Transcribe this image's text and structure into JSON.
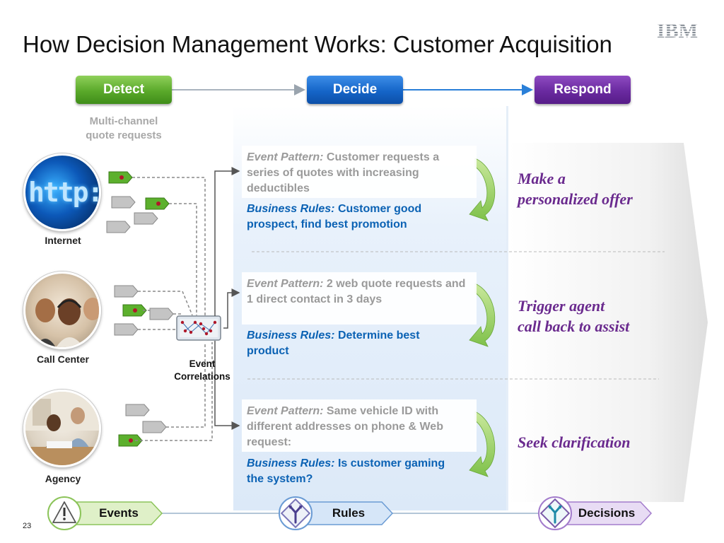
{
  "title": "How Decision Management Works: Customer Acquisition",
  "logo": "IBM",
  "stages": {
    "detect": "Detect",
    "decide": "Decide",
    "respond": "Respond"
  },
  "detect_caption": [
    "Multi-channel",
    "quote requests"
  ],
  "channels": {
    "internet": "Internet",
    "call_center": "Call Center",
    "agency": "Agency"
  },
  "internet_image_text": "http://w",
  "event_correlations": [
    "Event",
    "Correlations"
  ],
  "patterns": [
    {
      "pattern_lead": "Event Pattern:",
      "pattern_text": "Customer requests a series of  quotes with increasing deductibles",
      "rules_lead": "Business Rules:",
      "rules_text": "Customer good prospect, find best promotion",
      "outcome": [
        "Make a",
        "personalized offer"
      ]
    },
    {
      "pattern_lead": "Event Pattern:",
      "pattern_text": "2 web quote requests and 1 direct contact in 3 days",
      "rules_lead": "Business Rules:",
      "rules_text": "Determine best product",
      "outcome": [
        "Trigger agent",
        "call back to assist"
      ]
    },
    {
      "pattern_lead": "Event Pattern:",
      "pattern_text": "Same vehicle ID with different addresses on phone & Web request:",
      "rules_lead": "Business Rules:",
      "rules_text": "Is customer gaming the system?",
      "outcome": [
        "Seek clarification"
      ]
    }
  ],
  "bottom_flow": {
    "events": "Events",
    "rules": "Rules",
    "decisions": "Decisions"
  },
  "page_number": "23",
  "icons": {
    "events": "warning-icon",
    "rules": "merge-arrows-icon",
    "decisions": "split-arrows-icon"
  },
  "colors": {
    "detect": "#5aa92a",
    "decide": "#1565c8",
    "respond": "#6a2aa0",
    "business_rules_text": "#0b62b4",
    "outcome_text": "#6a2a8e"
  }
}
